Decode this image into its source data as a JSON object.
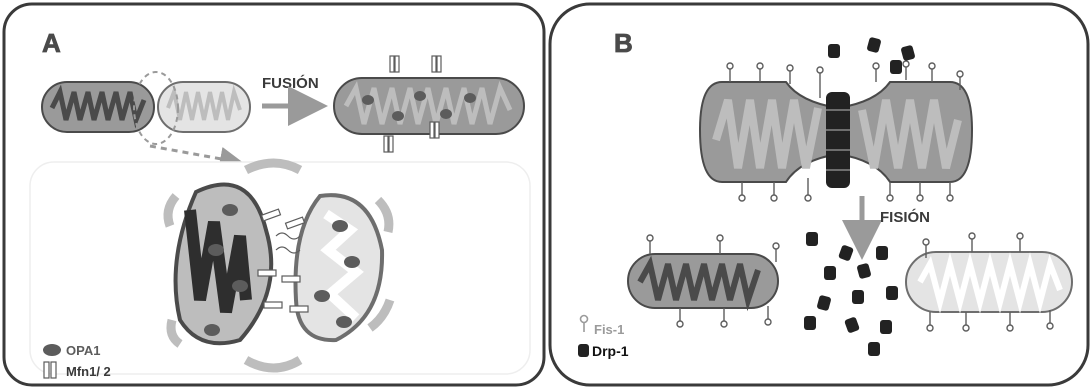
{
  "panel_a": {
    "letter": "A",
    "process_label": "FUSIÓN",
    "legend": {
      "opa1": "OPA1",
      "mfn": "Mfn1/ 2"
    }
  },
  "panel_b": {
    "letter": "B",
    "process_label": "FISIÓN",
    "legend": {
      "fis1": "Fis-1",
      "drp1": "Drp-1"
    }
  },
  "colors": {
    "panel_border": "#3a3a3a",
    "arrow": "#9a9a9a",
    "membrane_dark": "#4a4a4a",
    "matrix_dark": "#6e6e6e",
    "matrix_mid": "#9a9a9a",
    "matrix_light": "#e4e4e4",
    "opa1": "#5c5c5c",
    "drp1": "#222222",
    "fis1_label": "#9b9b9b"
  }
}
